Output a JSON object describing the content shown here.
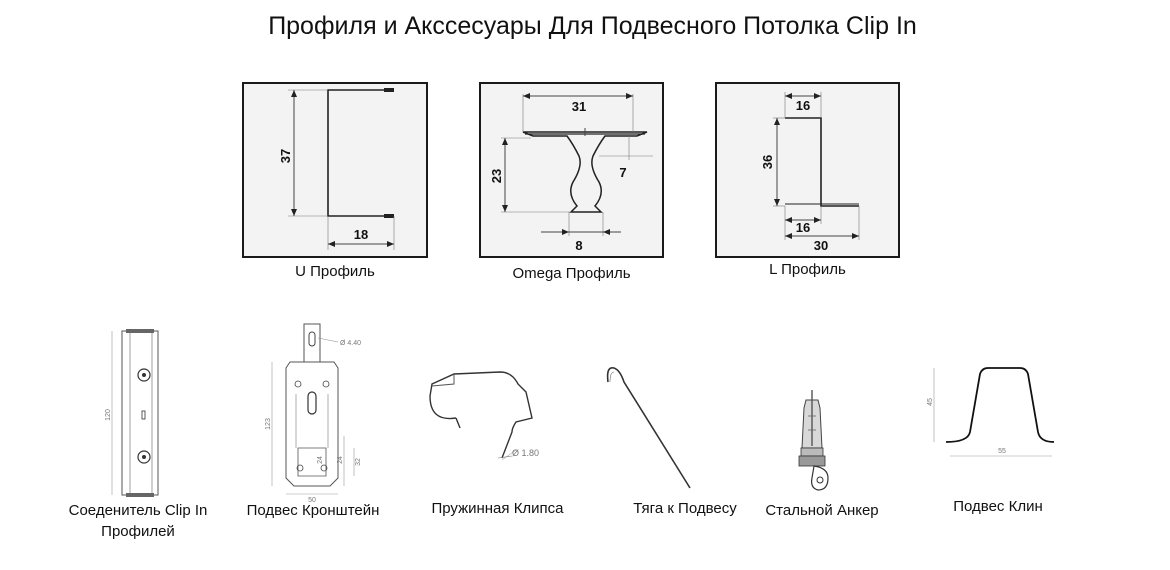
{
  "title": "Профиля и Акссесуары Для Подвесного Потолка Clip In",
  "profiles": [
    {
      "caption": "U Профиль",
      "dims": [
        "37",
        "18"
      ]
    },
    {
      "caption": "Omega Профиль",
      "dims": [
        "31",
        "23",
        "7",
        "8"
      ]
    },
    {
      "caption": "L Профиль",
      "dims": [
        "16",
        "36",
        "16",
        "30"
      ]
    }
  ],
  "accessories": [
    {
      "caption_line1": "Соеденитель Clip In",
      "caption_line2": "Профилей",
      "dims": [
        "120"
      ]
    },
    {
      "caption_line1": "Подвес Кронштейн",
      "dims": [
        "Ø 4.40",
        "123",
        "50",
        "24",
        "32",
        "24"
      ]
    },
    {
      "caption_line1": "Пружинная Клипса",
      "dims": [
        "Ø 1.80"
      ]
    },
    {
      "caption_line1": "Тяга к Подвесу"
    },
    {
      "caption_line1": "Стальной Анкер"
    },
    {
      "caption_line1": "Подвес Клин",
      "dims": [
        "45",
        "55"
      ]
    }
  ],
  "colors": {
    "frame_bg": "#f3f3f3",
    "frame_border": "#1a1a1a",
    "line": "#222222",
    "thin": "#777777"
  }
}
